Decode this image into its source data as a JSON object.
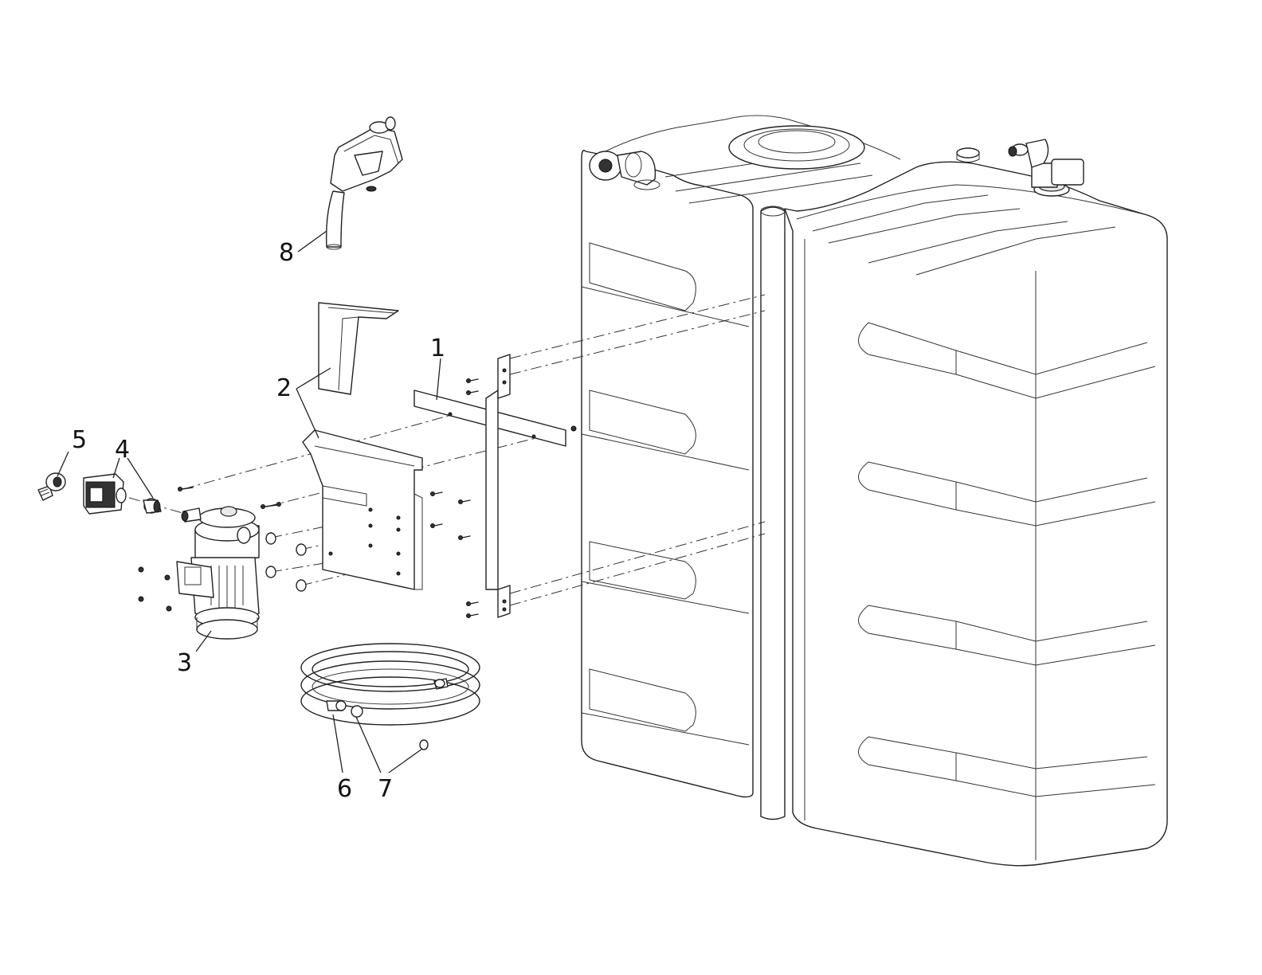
{
  "diagram": {
    "callouts": [
      {
        "id": "c1",
        "label": "1"
      },
      {
        "id": "c2",
        "label": "2"
      },
      {
        "id": "c3",
        "label": "3"
      },
      {
        "id": "c4",
        "label": "4"
      },
      {
        "id": "c5",
        "label": "5"
      },
      {
        "id": "c6",
        "label": "6"
      },
      {
        "id": "c7",
        "label": "7"
      },
      {
        "id": "c8",
        "label": "8"
      }
    ],
    "colors": {
      "line": "#222222",
      "background": "#ffffff"
    }
  }
}
